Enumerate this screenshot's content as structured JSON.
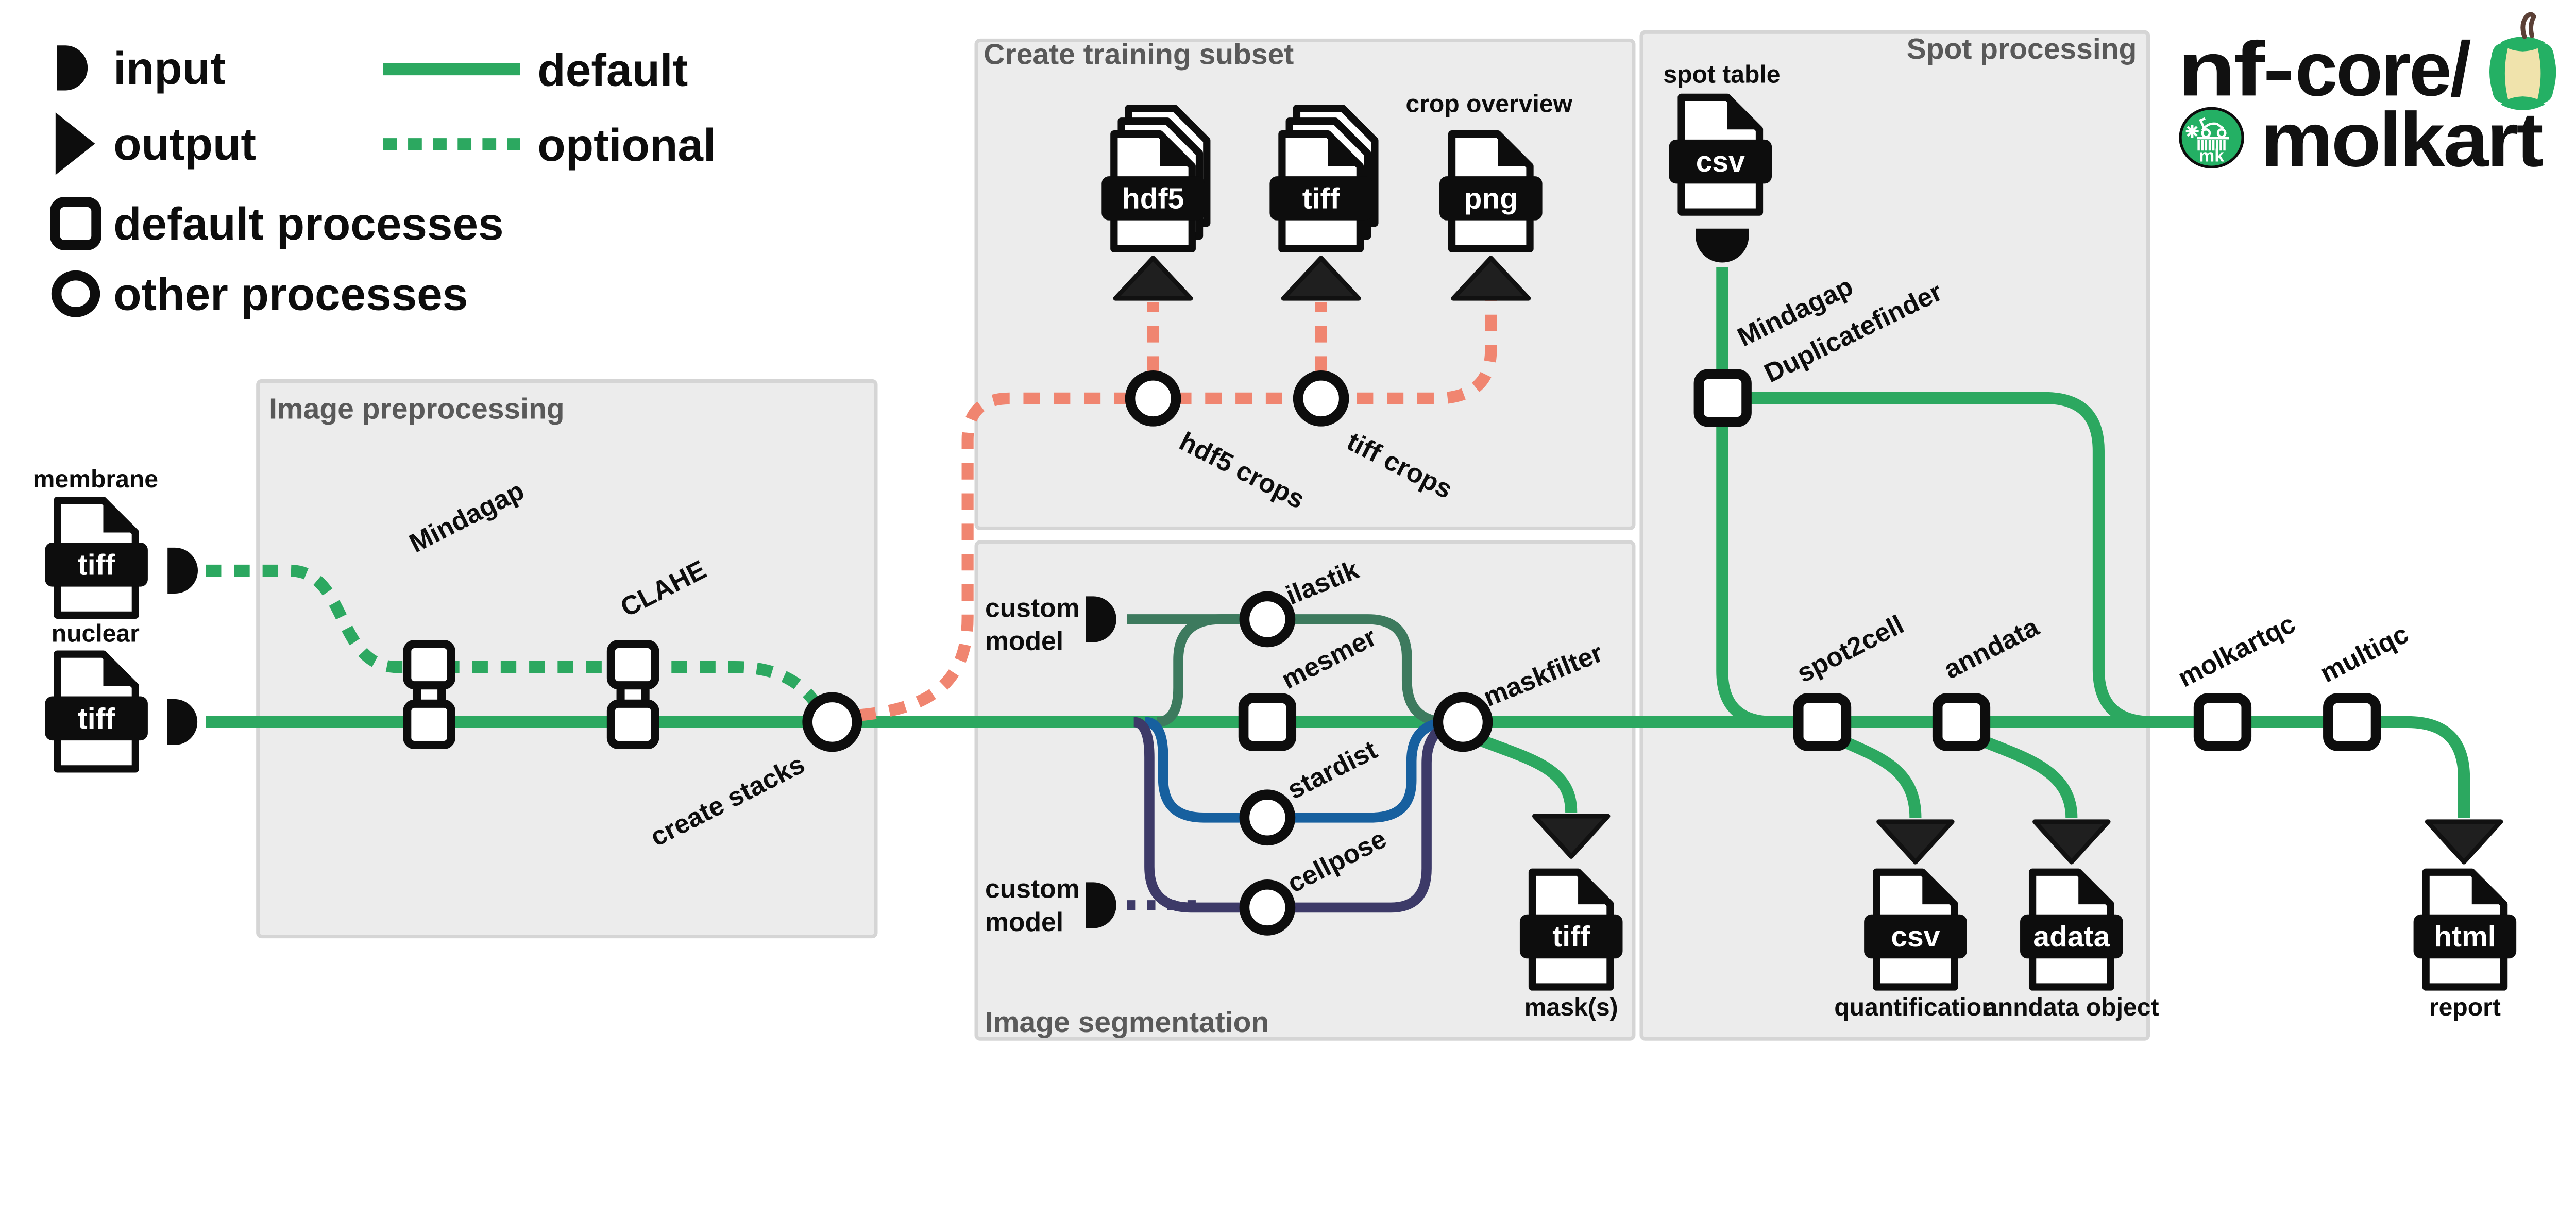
{
  "logo": {
    "brand_prefix": "nf-",
    "brand_core": "core/",
    "pipeline": "molkart",
    "badge_text": "mk"
  },
  "legend": {
    "input": "input",
    "output": "output",
    "default_processes": "default processes",
    "other_processes": "other processes",
    "default_line": "default",
    "optional_line": "optional"
  },
  "boxes": {
    "preprocessing": "Image preprocessing",
    "training": "Create training subset",
    "segmentation": "Image segmentation",
    "spot": "Spot processing"
  },
  "inputs": {
    "membrane": {
      "label": "membrane",
      "ext": "tiff"
    },
    "nuclear": {
      "label": "nuclear",
      "ext": "tiff"
    },
    "spot_table": {
      "label": "spot table",
      "ext": "csv"
    },
    "custom_model": {
      "line1": "custom",
      "line2": "model"
    }
  },
  "processes": {
    "mindagap": "Mindagap",
    "clahe": "CLAHE",
    "create_stacks": "create stacks",
    "hdf5_crops": "hdf5 crops",
    "tiff_crops": "tiff crops",
    "ilastik": "ilastik",
    "mesmer": "mesmer",
    "stardist": "stardist",
    "cellpose": "cellpose",
    "maskfilter": "maskfilter",
    "mindagap_duplicatefinder_line1": "Mindagap",
    "mindagap_duplicatefinder_line2": "Duplicatefinder",
    "spot2cell": "spot2cell",
    "anndata": "anndata",
    "molkartqc": "molkartqc",
    "multiqc": "multiqc"
  },
  "outputs": {
    "hdf5_crops_file": {
      "ext": "hdf5"
    },
    "tiff_crops_file": {
      "ext": "tiff"
    },
    "crop_overview": {
      "label": "crop overview",
      "ext": "png"
    },
    "masks": {
      "label": "mask(s)",
      "ext": "tiff"
    },
    "quantification": {
      "label": "quantification",
      "ext": "csv"
    },
    "anndata_object": {
      "label": "anndata object",
      "ext": "adata"
    },
    "report": {
      "label": "report",
      "ext": "html"
    }
  },
  "colors": {
    "default_green": "#2CA860",
    "optional_salmon": "#F08570",
    "ilastik_teal": "#3D7A5E",
    "stardist_blue": "#17609F",
    "cellpose_navy": "#3D3A68",
    "nfcore_green": "#24B064",
    "box_fill": "#ECECEC",
    "title_gray": "#595959"
  }
}
